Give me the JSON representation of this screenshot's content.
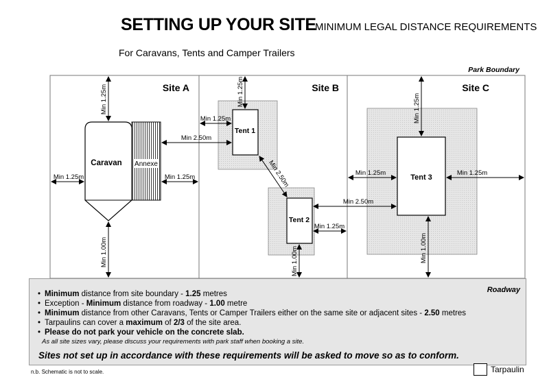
{
  "header": {
    "title": "SETTING UP YOUR SITE",
    "subtitle": "MINIMUM LEGAL DISTANCE REQUIREMENTS",
    "subheading": "For Caravans, Tents and Camper Trailers"
  },
  "diagram": {
    "park_boundary": "Park Boundary",
    "sites": [
      "Site A",
      "Site B",
      "Site C"
    ],
    "objects": {
      "caravan": "Caravan",
      "annexe": "Annexe",
      "tent1": "Tent 1",
      "tent2": "Tent 2",
      "tent3": "Tent 3"
    },
    "labels": {
      "min_125": "Min 1.25m",
      "min_100": "Min 1.00m",
      "min_250": "Min 2.50m"
    }
  },
  "notes": {
    "roadway": "Roadway",
    "bullets": [
      {
        "pre": "",
        "b1": "Minimum",
        "mid": " distance from site boundary - ",
        "b2": "1.25",
        "post": " metres"
      },
      {
        "pre": "Exception - ",
        "b1": "Minimum",
        "mid": " distance from roadway - ",
        "b2": "1.00",
        "post": " metre"
      },
      {
        "pre": "",
        "b1": "Minimum",
        "mid": " distance  from other Caravans, Tents or Camper Trailers either on the same site or adjacent sites - ",
        "b2": "2.50",
        "post": " metres"
      },
      {
        "pre": "Tarpaulins can cover a ",
        "b1": "maximum",
        "mid": " of ",
        "b2": "2/3",
        "post": " of the site area."
      },
      {
        "pre": "",
        "b1": "Please do not park your vehicle on the concrete slab.",
        "mid": "",
        "b2": "",
        "post": ""
      }
    ],
    "note": "As all site sizes vary, please discuss your requirements with park staff when booking a site.",
    "warning": "Sites not set up in accordance with these requirements will be asked to move so as to conform."
  },
  "footer": {
    "nb": "n.b. Schematic is not to scale.",
    "legend": "Tarpaulin"
  },
  "colors": {
    "tarp_fill": "#e6e6e6",
    "panel": "#e6e6e6"
  }
}
